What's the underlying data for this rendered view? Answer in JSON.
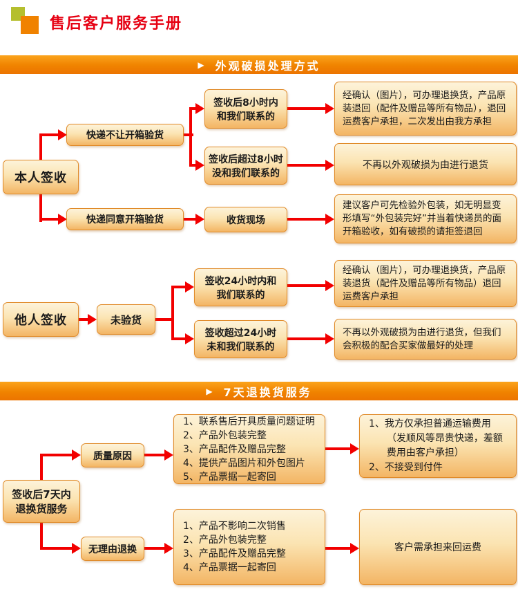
{
  "header": {
    "title": "售后客户服务手册"
  },
  "banner_arrow": "▶",
  "colors": {
    "accent_red": "#e60012",
    "arrow_red": "#f20000",
    "banner_orange": "#f08300",
    "box_border": "#e08a28",
    "logo_green": "#b5bf2e",
    "logo_orange": "#f08200"
  },
  "sections": {
    "damage": {
      "banner": "外观破损处理方式",
      "root": "本人签收",
      "no_open_box": "快递不让开箱验货",
      "allow_open_box": "快递同意开箱验货",
      "within_8h": "签收后8小时内\n和我们联系的",
      "over_8h": "签收后超过8小时\n没和我们联系的",
      "receive_site": "收货现场",
      "result_within_8h": "经确认（图片），可办理退换货，产品原装退回（配件及赠品等所有物品），退回运费客户承担，二次发出由我方承担",
      "result_over_8h": "不再以外观破损为由进行退货",
      "result_site": "建议客户可先检验外包装，如无明显变形填写“外包装完好”并当着快递员的面开箱验收，如有破损的请拒签退回"
    },
    "others": {
      "root": "他人签收",
      "not_inspected": "未验货",
      "within_24h": "签收24小时内和\n我们联系的",
      "over_24h": "签收超过24小时\n未和我们联系的",
      "result_within_24h": "经确认（图片），可办理退换货，产品原装退货（配件及赠品等所有物品）退回运费客户承担",
      "result_over_24h": "不再以外观破损为由进行退货，但我们会积极的配合买家做最好的处理"
    },
    "seven_day": {
      "banner": "7天退换货服务",
      "root": "签收后7天内\n退换货服务",
      "quality": "质量原因",
      "no_reason": "无理由退换",
      "quality_requirements": [
        "1、联系售后开具质量问题证明",
        "2、产品外包装完整",
        "3、产品配件及赠品完整",
        "4、提供产品图片和外包图片",
        "5、产品票据一起寄回"
      ],
      "no_reason_requirements": [
        "1、产品不影响二次销售",
        "2、产品外包装完整",
        "3、产品配件及赠品完整",
        "4、产品票据一起寄回"
      ],
      "quality_result": [
        "1、我方仅承担普通运输费用（发顺风等昂贵快递，差额费用由客户承担）",
        "2、不接受到付件"
      ],
      "no_reason_result": "客户需承担来回运费"
    }
  }
}
